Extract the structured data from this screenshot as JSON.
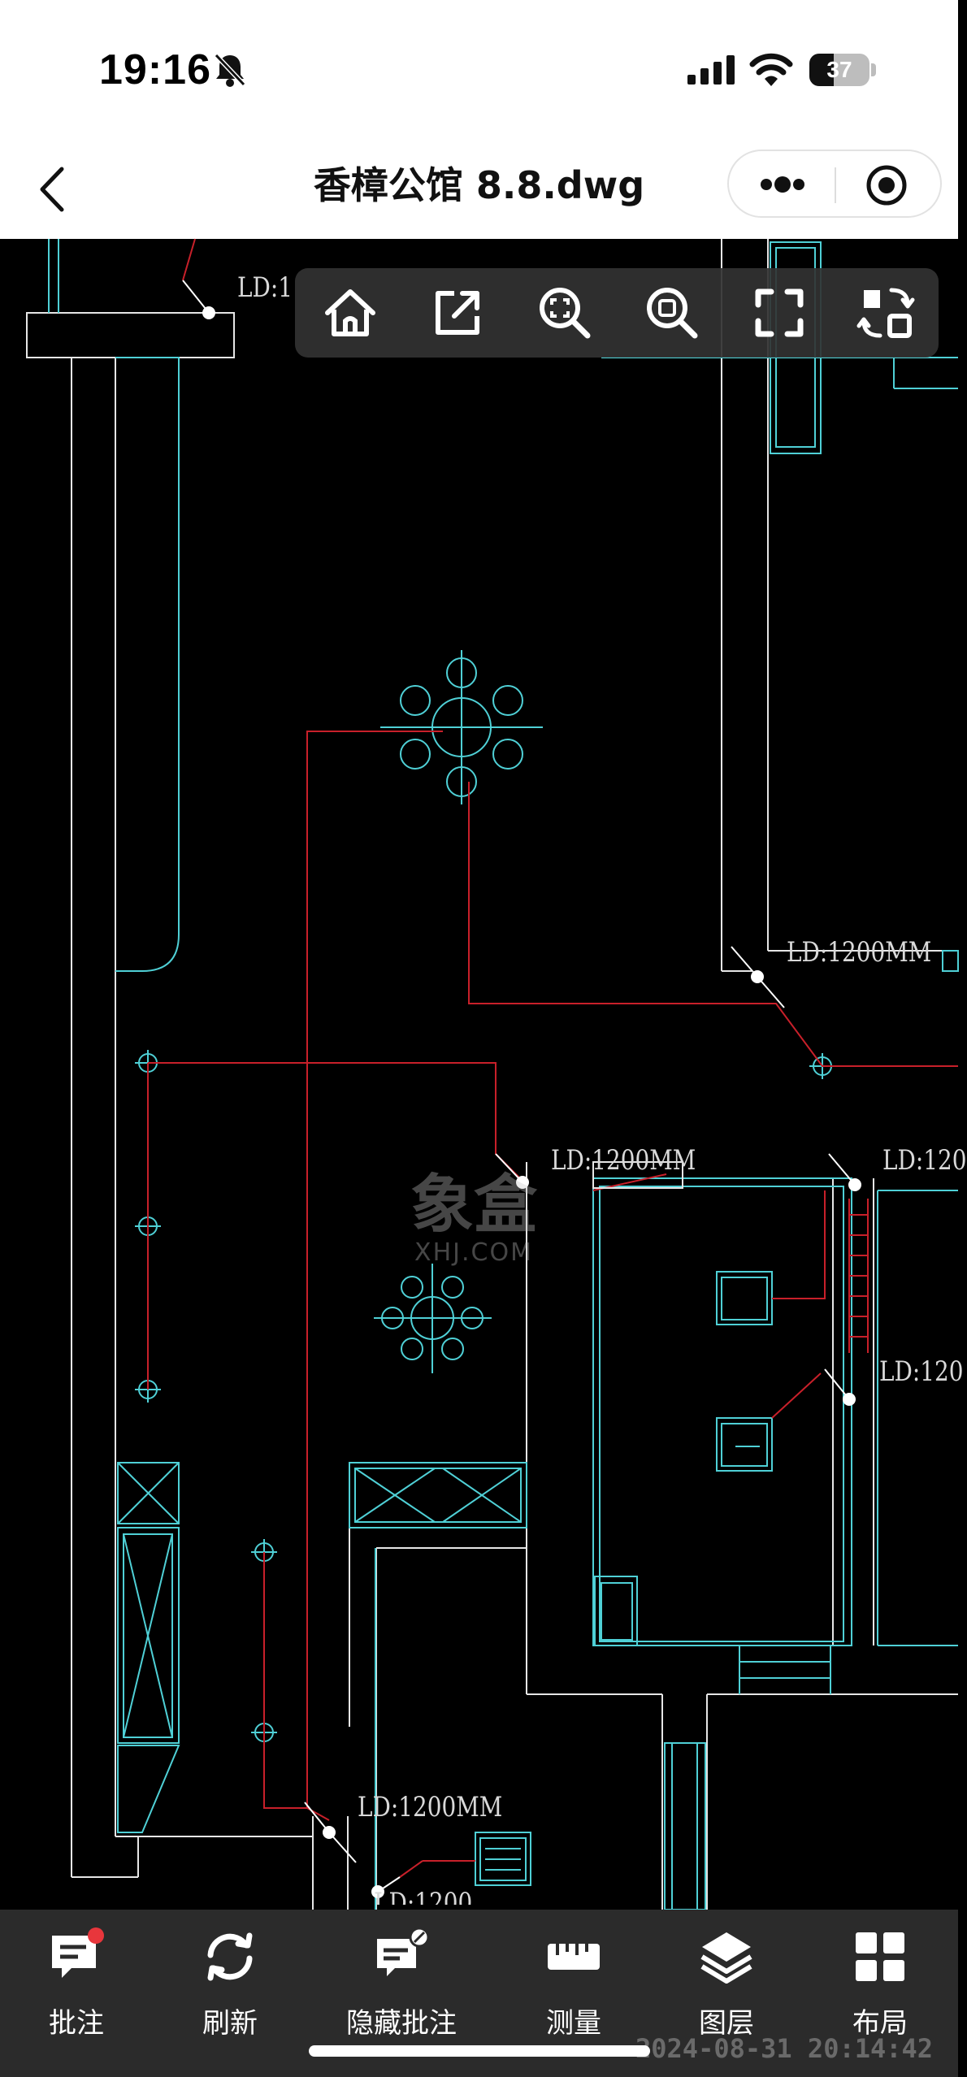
{
  "status": {
    "time": "19:16",
    "battery": "37"
  },
  "nav": {
    "title": "香樟公馆 8.8.dwg",
    "back_icon": "chevron-left-icon",
    "more_icon": "more-dots-icon",
    "close_icon": "target-icon"
  },
  "toolbar": {
    "items": [
      {
        "icon": "home-icon"
      },
      {
        "icon": "share-icon"
      },
      {
        "icon": "zoom-fit-icon"
      },
      {
        "icon": "zoom-window-icon"
      },
      {
        "icon": "fullscreen-icon"
      },
      {
        "icon": "switch-layout-icon"
      }
    ]
  },
  "drawing": {
    "labels": [
      "LD:1",
      "LD:1200MM",
      "LD:1200MM",
      "LD:120",
      "LD:120",
      "LD:1200MM",
      "LD:1200"
    ],
    "line_color": "#4fd0d6",
    "wire_color": "#c8202a",
    "wall_color": "#e6e6e6"
  },
  "watermark": {
    "main": "象盒",
    "sub": "XHJ.COM"
  },
  "bottom_tabs": [
    {
      "label": "批注",
      "icon": "annotation-icon",
      "badge": true
    },
    {
      "label": "刷新",
      "icon": "refresh-icon"
    },
    {
      "label": "隐藏批注",
      "icon": "hide-annotation-icon"
    },
    {
      "label": "测量",
      "icon": "ruler-icon"
    },
    {
      "label": "图层",
      "icon": "layers-icon"
    },
    {
      "label": "布局",
      "icon": "layout-grid-icon"
    }
  ],
  "timestamp": "2024-08-31 20:14:42",
  "colors": {
    "accent_badge": "#e8363c",
    "bar_bg": "#2b2b2b"
  }
}
